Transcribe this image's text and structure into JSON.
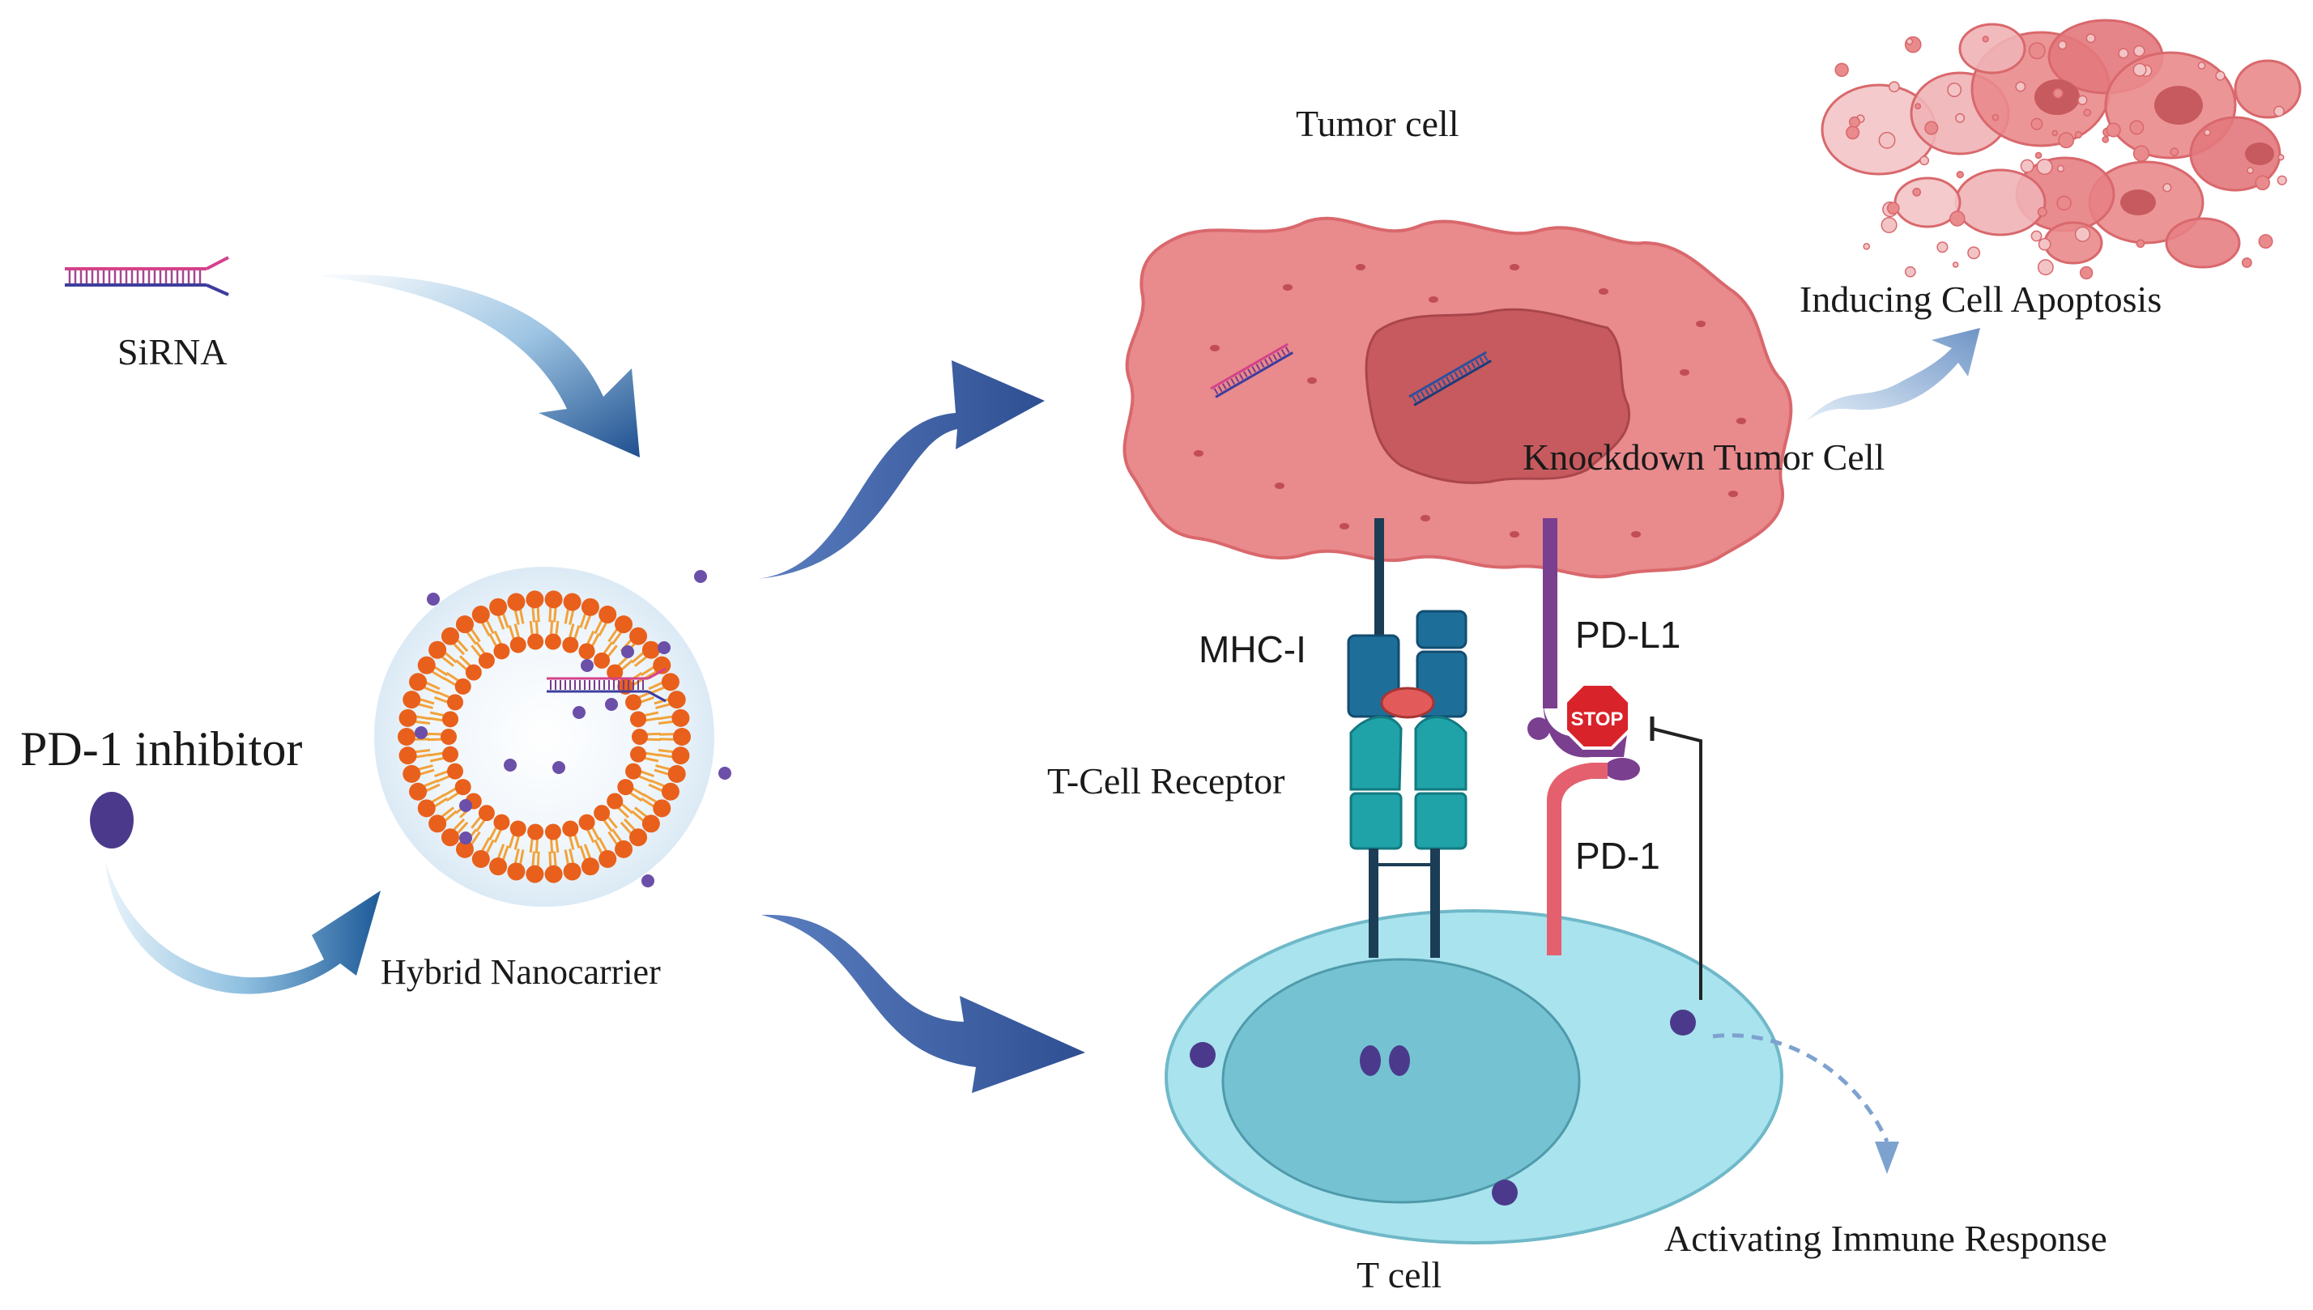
{
  "labels": {
    "sirna": "SiRNA",
    "pd1_inhibitor": "PD-1 inhibitor",
    "hybrid_nanocarrier": "Hybrid Nanocarrier",
    "tumor_cell": "Tumor cell",
    "knockdown": "Knockdown Tumor Cell",
    "apoptosis": "Inducing Cell Apoptosis",
    "mhc1": "MHC-I",
    "tcr": "T-Cell Receptor",
    "pdl1": "PD-L1",
    "pd1": "PD-1",
    "stop": "STOP",
    "t_cell": "T cell",
    "immune_response": "Activating Immune Response"
  },
  "colors": {
    "arrow_blue": "#3a5b9e",
    "arrow_light": "#cfe3f2",
    "tumor_fill": "#e98a8c",
    "tumor_nucleus": "#c75a5e",
    "lipid_head": "#e8601c",
    "lipid_tail": "#f2a23a",
    "drug_dot": "#6b4fa8",
    "tcell_fill": "#a8e3ee",
    "tcell_nucleus": "#75c3d2",
    "mhc_blue": "#1e6e9a",
    "tcr_teal": "#1fa3a8",
    "pd1_pink": "#e4606e",
    "pdl1_purple": "#7b3f8f",
    "stop_red": "#d9232a"
  }
}
